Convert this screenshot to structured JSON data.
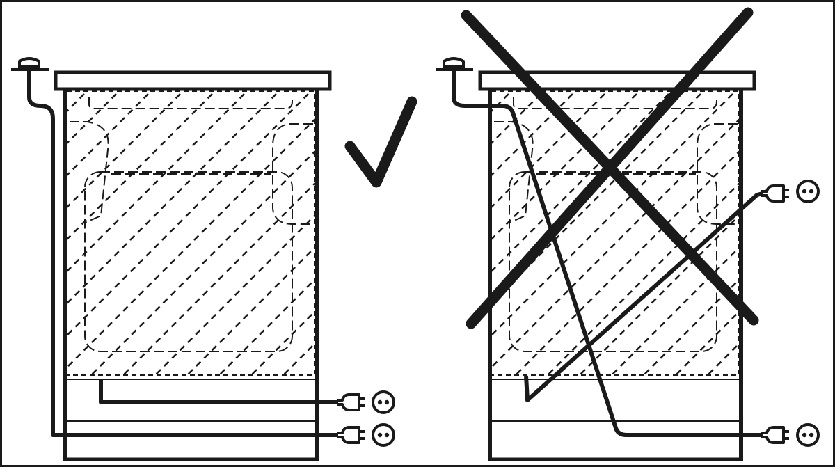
{
  "colors": {
    "ink": "#1a1a1a",
    "background": "#ffffff"
  },
  "panels": [
    {
      "id": "correct",
      "verdict_icon": "checkmark-icon",
      "meaning": "correct"
    },
    {
      "id": "incorrect",
      "verdict_icon": "cross-icon",
      "meaning": "incorrect"
    }
  ],
  "icons": [
    "water-tap-icon",
    "plug-icon",
    "socket-icon",
    "checkmark-icon",
    "cross-icon"
  ]
}
